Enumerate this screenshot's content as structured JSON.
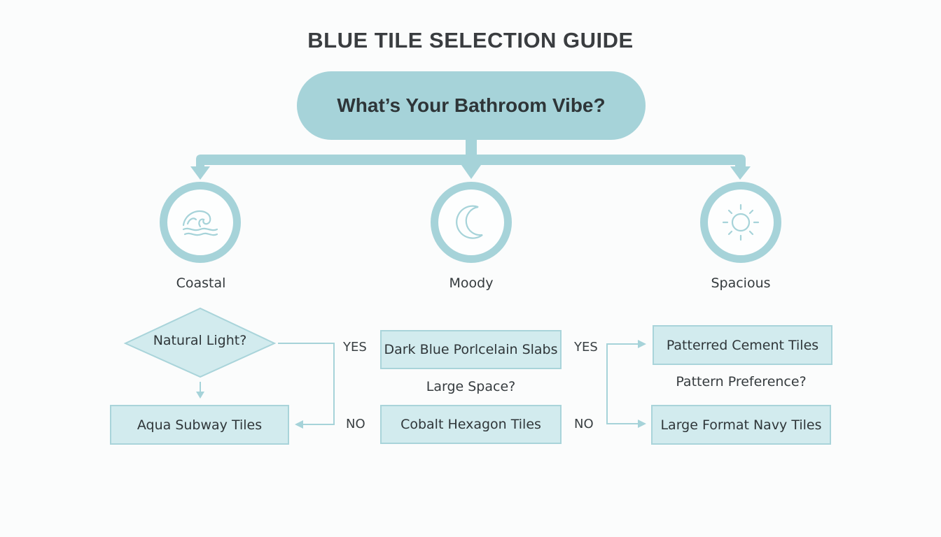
{
  "title": "BLUE TILE SELECTION GUIDE",
  "root_question": "What’s Your Bathroom Vibe?",
  "colors": {
    "accent": "#a6d3d9",
    "box_fill": "#d2ebee",
    "box_border": "#a9d4da",
    "text": "#333a3d",
    "background": "#fbfcfc"
  },
  "categories": [
    {
      "label": "Coastal",
      "icon": "wave-icon"
    },
    {
      "label": "Moody",
      "icon": "moon-icon"
    },
    {
      "label": "Spacious",
      "icon": "sun-icon"
    }
  ],
  "coastal": {
    "question": "Natural Light?",
    "yes_label": "YES",
    "no_label": "NO",
    "result": "Aqua Subway Tiles"
  },
  "moody": {
    "question": "Large Space?",
    "yes_result": "Dark Blue Porlcelain Slabs",
    "no_result": "Cobalt Hexagon Tiles"
  },
  "spacious": {
    "question": "Pattern Preference?",
    "yes_label": "YES",
    "no_label": "NO",
    "yes_result": "Patterred Cement Tiles",
    "no_result": "Large Format Navy Tiles"
  }
}
